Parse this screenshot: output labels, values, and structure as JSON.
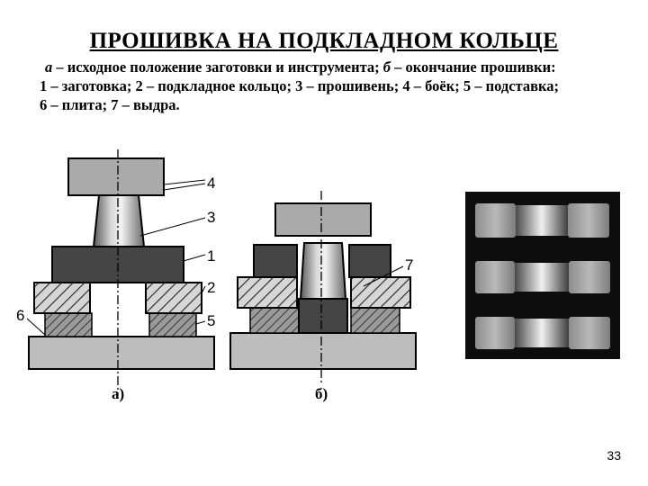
{
  "slide": {
    "title": "ПРОШИВКА НА ПОДКЛАДНОМ КОЛЬЦЕ",
    "caption": {
      "line1_a": "а",
      "line1_text": " – исходное положение заготовки и инструмента; ",
      "line1_b": "б",
      "line1_end": " – окончание прошивки:",
      "line2": "1 – заготовка; 2 – подкладное кольцо; 3 – прошивень; 4 – боёк; 5 – подставка;",
      "line3": "6 – плита; 7 – выдра."
    },
    "page_number": "33"
  },
  "figure": {
    "labels": {
      "n4": "4",
      "n3": "3",
      "n1": "1",
      "n2": "2",
      "n5": "5",
      "n6": "6",
      "n7": "7"
    },
    "captions": {
      "a": "а)",
      "b": "б)"
    }
  }
}
